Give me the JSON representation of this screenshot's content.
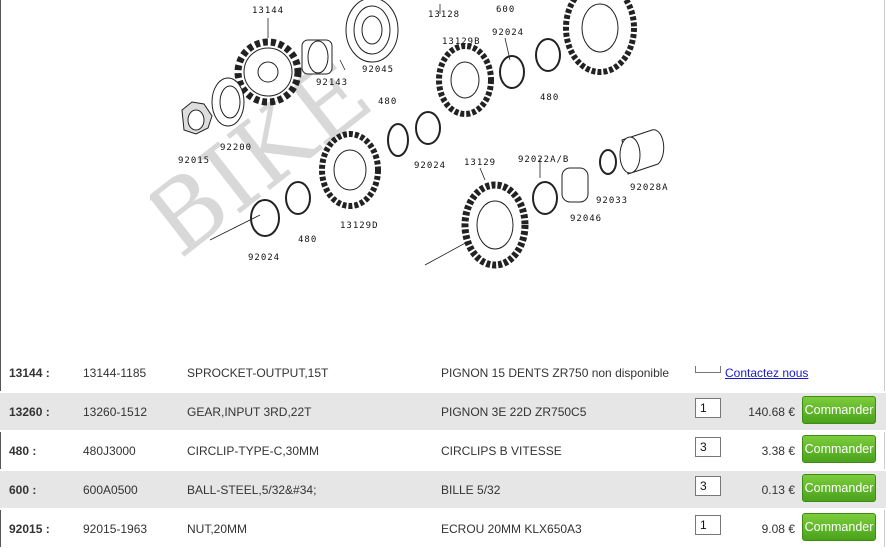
{
  "diagram": {
    "part_labels": [
      "13144",
      "13128",
      "600",
      "92024",
      "13129B",
      "92143",
      "92045",
      "480",
      "92200",
      "92015",
      "480",
      "92024",
      "13129D",
      "92024",
      "480",
      "13129",
      "92022A/B",
      "92033",
      "92028A",
      "92046",
      "92024"
    ],
    "watermark": "BIKE"
  },
  "parts": [
    {
      "ref": "13144 :",
      "code": "13144-1185",
      "desc": "SPROCKET-OUTPUT,15T",
      "fr": "PIGNON 15 DENTS ZR750 non disponible",
      "qty": "",
      "price": "",
      "action": "Contactez nous"
    },
    {
      "ref": "13260 :",
      "code": "13260-1512",
      "desc": "GEAR,INPUT 3RD,22T",
      "fr": "PIGNON 3E 22D ZR750C5",
      "qty": "1",
      "price": "140.68 €",
      "action": "Commander"
    },
    {
      "ref": "480 :",
      "code": "480J3000",
      "desc": "CIRCLIP-TYPE-C,30MM",
      "fr": "CIRCLIPS B VITESSE",
      "qty": "3",
      "price": "3.38 €",
      "action": "Commander"
    },
    {
      "ref": "600 :",
      "code": "600A0500",
      "desc": "BALL-STEEL,5/32&#34;",
      "fr": "BILLE 5/32",
      "qty": "3",
      "price": "0.13 €",
      "action": "Commander"
    },
    {
      "ref": "92015 :",
      "code": "92015-1963",
      "desc": "NUT,20MM",
      "fr": "ECROU 20MM KLX650A3",
      "qty": "1",
      "price": "9.08 €",
      "action": "Commander"
    }
  ]
}
